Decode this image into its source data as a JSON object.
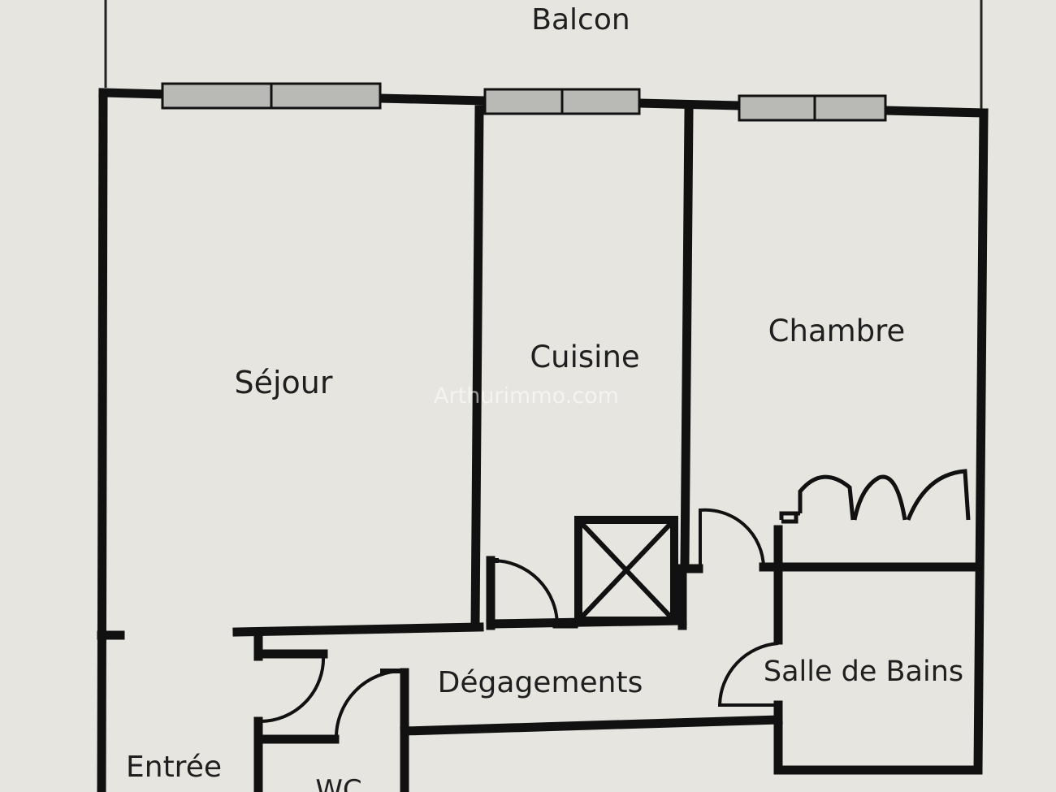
{
  "plan": {
    "rooms": {
      "balcon": "Balcon",
      "sejour": "Séjour",
      "cuisine": "Cuisine",
      "chambre": "Chambre",
      "degagements": "Dégagements",
      "salle_de_bains": "Salle de Bains",
      "entree": "Entrée",
      "wc": "WC"
    },
    "watermark": "Arthurimmo.com"
  },
  "colors": {
    "paper": "#e7e5e0",
    "wall": "#111111",
    "window_fill": "#b9b9b6",
    "label": "#1f1f1f"
  }
}
